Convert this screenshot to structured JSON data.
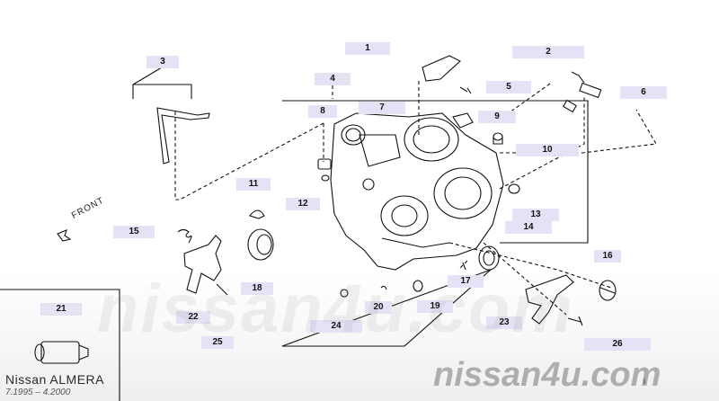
{
  "diagram": {
    "front_label": "FRONT",
    "page_mark": "i",
    "callouts": [
      "1",
      "2",
      "3",
      "4",
      "5",
      "6",
      "7",
      "8",
      "9",
      "10",
      "11",
      "12",
      "13",
      "14",
      "15",
      "16",
      "17",
      "18",
      "19",
      "20",
      "21",
      "22",
      "23",
      "24",
      "25",
      "26"
    ]
  },
  "footer": {
    "model": "Nissan ALMERA",
    "period": "7.1995 – 4.2000"
  },
  "watermark": {
    "center_text": "nissan4u.com",
    "corner_text": "nissan4u.com"
  }
}
